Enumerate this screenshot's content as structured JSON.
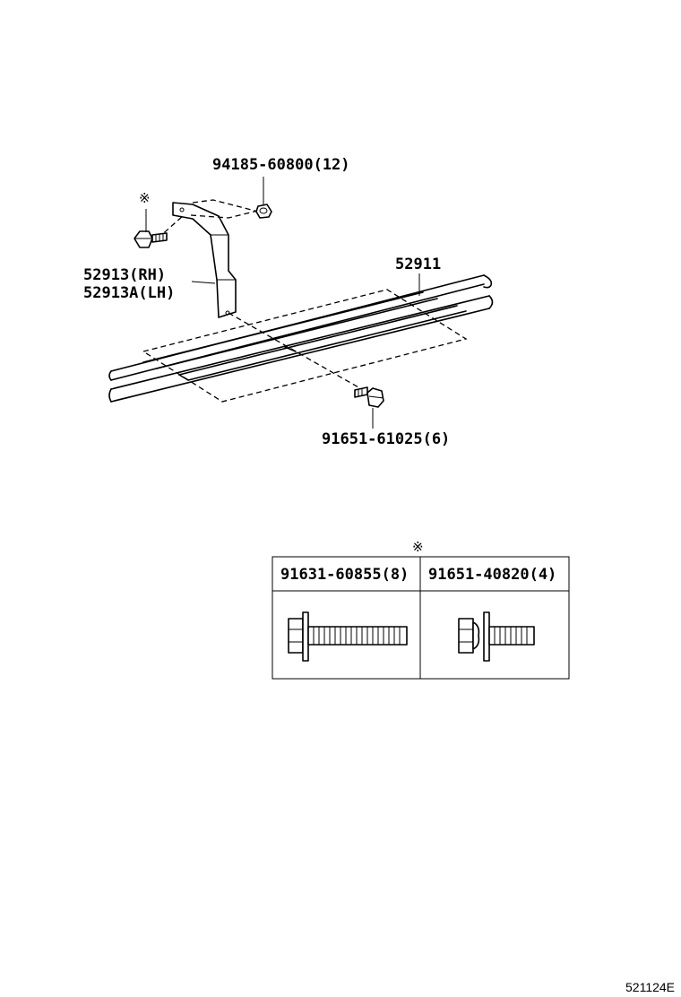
{
  "callouts": {
    "nut": "94185-60800(12)",
    "step": "52911",
    "bracket_rh": "52913(RH)",
    "bracket_lh": "52913A(LH)",
    "bolt": "91651-61025(6)"
  },
  "note_mark": "※",
  "fastener_table": {
    "mark": "※",
    "columns": [
      "91631-60855(8)",
      "91651-40820(4)"
    ]
  },
  "illustration_number": "521124E"
}
